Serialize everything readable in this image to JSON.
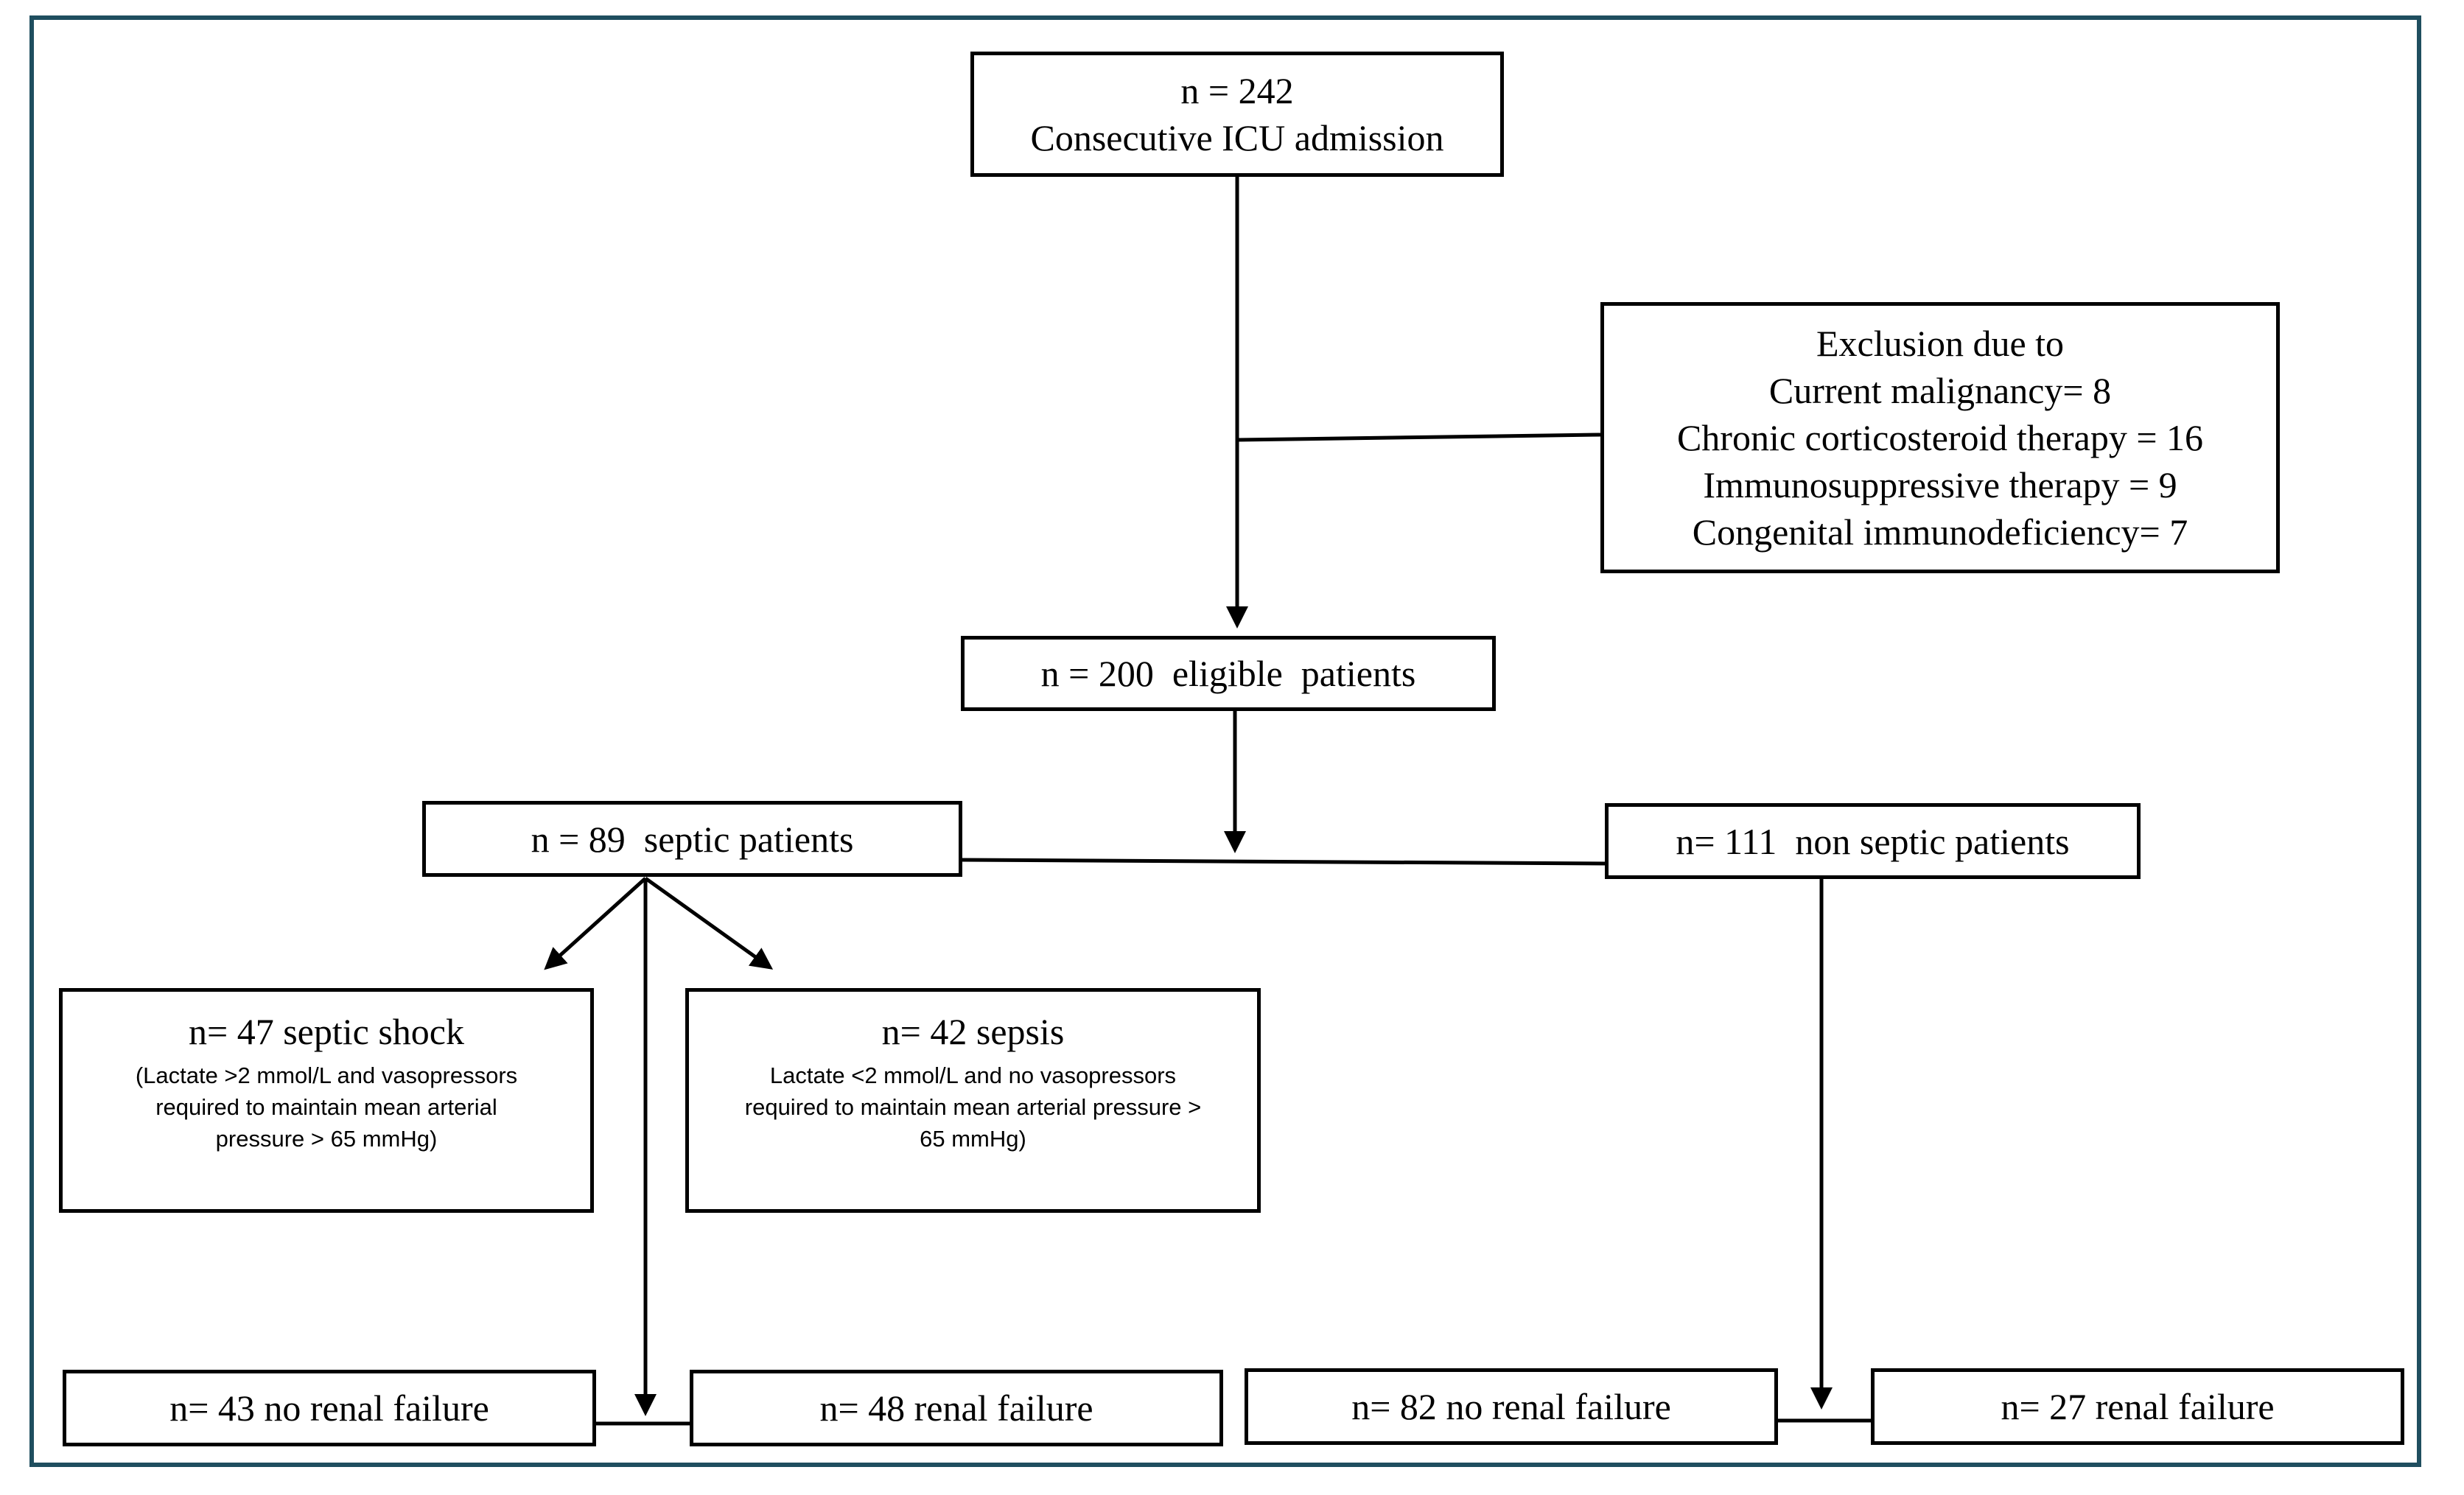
{
  "flowchart": {
    "start": {
      "count": "n = 242",
      "label": "Consecutive ICU admission"
    },
    "exclusion": {
      "title": "Exclusion due to",
      "items": [
        "Current malignancy= 8",
        "Chronic corticosteroid therapy = 16",
        "Immunosuppressive therapy = 9",
        "Congenital immunodeficiency= 7"
      ]
    },
    "eligible": {
      "label": "n = 200  eligible  patients"
    },
    "septic": {
      "label": "n = 89  septic patients"
    },
    "non_septic": {
      "label": "n= 111  non septic patients"
    },
    "septic_shock": {
      "title": "n= 47 septic shock",
      "definition_lines": [
        "(Lactate >2 mmol/L and vasopressors",
        "required to maintain mean arterial",
        "pressure > 65 mmHg)"
      ]
    },
    "sepsis": {
      "title": "n= 42 sepsis",
      "definition_lines": [
        "Lactate <2 mmol/L and no vasopressors",
        "required to maintain mean arterial pressure >",
        "65 mmHg)"
      ]
    },
    "septic_no_renal": {
      "label": "n= 43 no renal failure"
    },
    "septic_renal": {
      "label": "n= 48 renal failure"
    },
    "non_septic_no_renal": {
      "label": "n= 82 no renal failure"
    },
    "non_septic_renal": {
      "label": "n= 27 renal failure"
    }
  },
  "colors": {
    "frame_border": "#1f4e5f",
    "box_border": "#000000",
    "connector": "#000000"
  }
}
